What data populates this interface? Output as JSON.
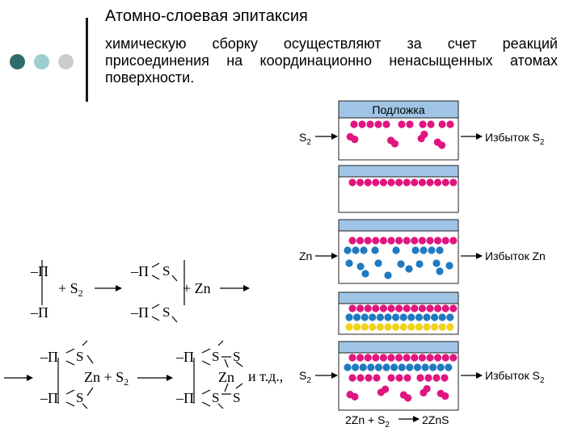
{
  "title": "Атомно-слоевая эпитаксия",
  "body_lines": [
    "химическую сборку осуществляют за счет реакций",
    "присоединения на координационно ненасыщенных атомах",
    "поверхности."
  ],
  "colors": {
    "magenta": "#e0157f",
    "blue": "#1f7ac0",
    "yellow": "#f2d21a",
    "substrate": "#9fc4e6",
    "deco_dark": "#2f6b6b",
    "deco_mid": "#9ccfd0",
    "deco_light": "#cccccc"
  },
  "scheme": {
    "substrate_label": "Подложка",
    "s2_in": "S",
    "s2_in_sub": "2",
    "excess_s2": "Избыток S",
    "excess_s2_sub": "2",
    "zn_in": "Zn",
    "excess_zn": "Избыток Zn",
    "s2_in_bottom": "S",
    "s2_in_bottom_sub": "2",
    "excess_s2_bottom": "Избыток S",
    "excess_s2_bottom_sub": "2",
    "eq_left": "2Zn + S",
    "eq_left_sub": "2",
    "eq_right": "2ZnS"
  },
  "reaction": {
    "p": "П",
    "dash": "–",
    "s": "S",
    "plus_s2": "+ S",
    "plus_s2_sub": "2",
    "plus_zn": "+ Zn",
    "zn": "Zn",
    "zn_plus_s2": "Zn + S",
    "zn_plus_s2_sub": "2",
    "zn2": "Zn",
    "etc": "и т.д.,"
  }
}
